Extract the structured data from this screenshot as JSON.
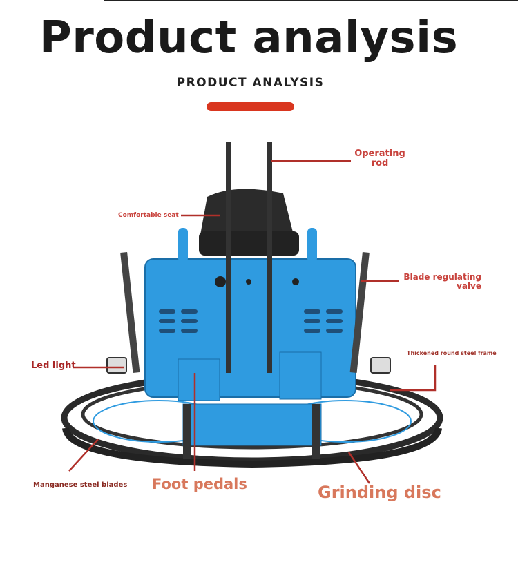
{
  "header": {
    "title": "Product analysis",
    "subtitle": "PRODUCT ANALYSIS"
  },
  "labels": {
    "operating_rod": "Operating\nrod",
    "comfortable_seat": "Comfortable seat",
    "blade_regulating_valve": "Blade regulating\nvalve",
    "thickened_frame": "Thickened round steel frame",
    "led_light": "Led light",
    "manganese_blades": "Manganese steel blades",
    "foot_pedals": "Foot pedals",
    "grinding_disc": "Grinding disc"
  },
  "colors": {
    "accent_red": "#d9361f",
    "label_red": "#c8423c",
    "label_orange": "#d8785c",
    "machine_blue": "#2f9be0"
  }
}
